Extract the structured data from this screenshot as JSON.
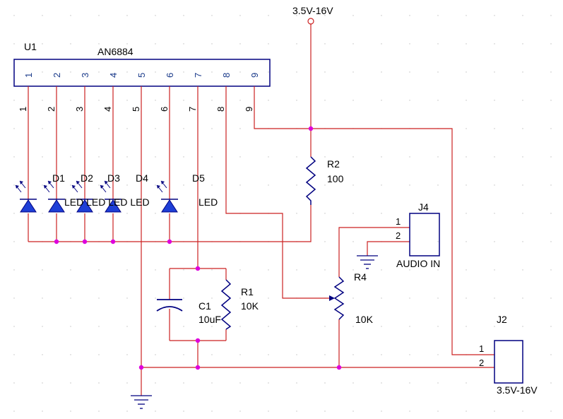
{
  "colors": {
    "wire": "#cc2222",
    "body": "#000080",
    "junction": "#dd00dd",
    "text": "#000000",
    "grid": "#c0c0c0",
    "led": "#1e3fd6"
  },
  "supply_top": "3.5V-16V",
  "u1": {
    "ref": "U1",
    "part": "AN6884",
    "inner_pins": [
      "1",
      "2",
      "3",
      "4",
      "5",
      "6",
      "7",
      "8",
      "9"
    ],
    "outer_pins": [
      "1",
      "2",
      "3",
      "4",
      "5",
      "6",
      "7",
      "8",
      "9"
    ]
  },
  "leds": {
    "refs": [
      "D1",
      "D2",
      "D3",
      "D4",
      "D5"
    ],
    "value_row": "LED LED LED LED",
    "value_last": "LED"
  },
  "r2": {
    "ref": "R2",
    "value": "100"
  },
  "r1": {
    "ref": "R1",
    "value": "10K"
  },
  "c1": {
    "ref": "C1",
    "value": "10uF"
  },
  "r4": {
    "ref": "R4",
    "value": "10K"
  },
  "j4": {
    "ref": "J4",
    "pin1": "1",
    "pin2": "2",
    "label": "AUDIO IN"
  },
  "j2": {
    "ref": "J2",
    "pin1": "1",
    "pin2": "2",
    "label": "3.5V-16V"
  }
}
